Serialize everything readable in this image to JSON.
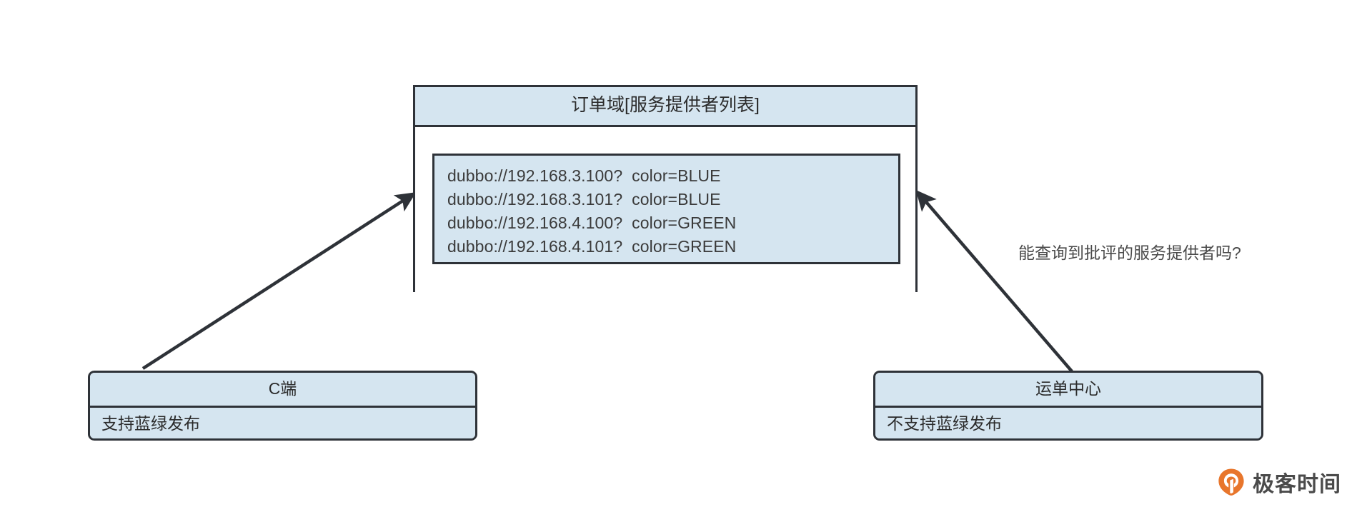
{
  "diagram": {
    "main_node": {
      "title": "订单域[服务提供者列表]",
      "providers": [
        "dubbo://192.168.3.100?  color=BLUE",
        "dubbo://192.168.3.101?  color=BLUE",
        "dubbo://192.168.4.100?  color=GREEN",
        "dubbo://192.168.4.101?  color=GREEN"
      ]
    },
    "left_node": {
      "title": "C端",
      "description": "支持蓝绿发布"
    },
    "right_node": {
      "title": "运单中心",
      "description": "不支持蓝绿发布"
    },
    "annotation": "能查询到批评的服务提供者吗?",
    "watermark": {
      "text": "极客时间",
      "logo_icon": "geekbang-pin-icon"
    },
    "colors": {
      "box_fill": "#d5e5f0",
      "box_stroke": "#2e3238",
      "body_fill": "#ffffff",
      "text": "#2b2b2b",
      "annotation_text": "#4a4a4a",
      "logo_orange": "#e8762c",
      "page_background": "#ffffff"
    }
  }
}
